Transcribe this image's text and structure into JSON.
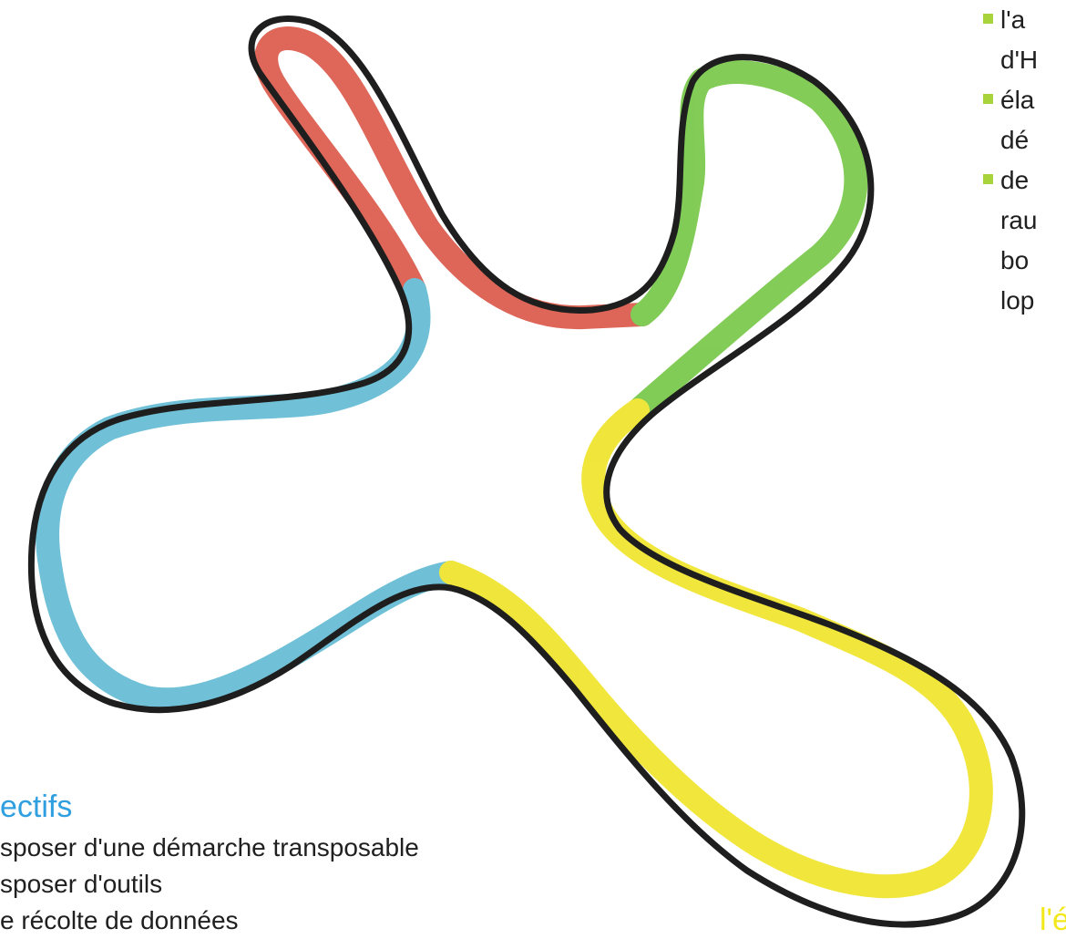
{
  "right_column": {
    "items": [
      {
        "lines": [
          "l'a",
          "d'H"
        ]
      },
      {
        "lines": [
          "éla",
          "dé"
        ]
      },
      {
        "lines": [
          "de",
          "rau",
          "bo",
          "lop"
        ]
      }
    ]
  },
  "objectives": {
    "title": "ectifs",
    "items": [
      "sposer d'une démarche transposable",
      "sposer d'outils",
      "e récolte de données"
    ]
  },
  "corner_text": "l'é",
  "colors": {
    "outline": "#1e1e1e",
    "petal_red": "#d84c3c",
    "petal_green": "#6cc33a",
    "petal_blue": "#57b6d0",
    "petal_yellow": "#eee21a",
    "bullet_green": "#a9d33a",
    "objectives_title": "#2f9fe0",
    "corner_text": "#f2e81a"
  }
}
